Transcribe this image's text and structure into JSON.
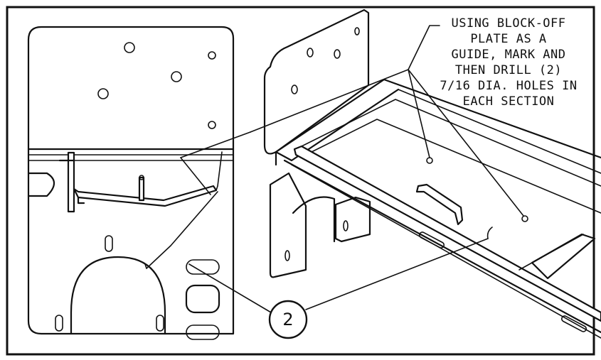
{
  "note": {
    "lines": [
      "USING BLOCK-OFF",
      "PLATE AS A",
      "GUIDE, MARK AND",
      "THEN DRILL (2)",
      "7/16 DIA. HOLES IN",
      "EACH SECTION"
    ]
  },
  "callout": {
    "number": "2"
  }
}
